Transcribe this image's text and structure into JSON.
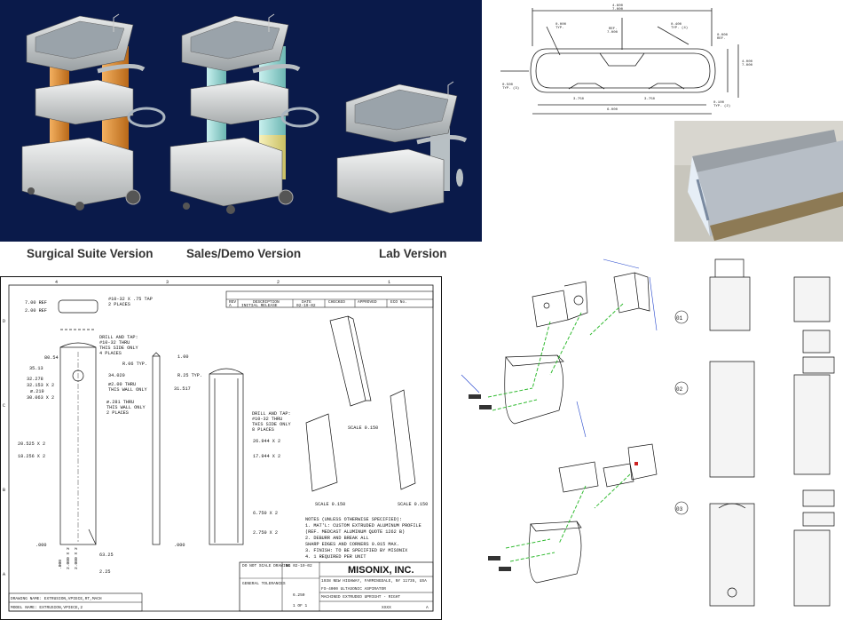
{
  "captions": {
    "surgical": "Surgical Suite Version",
    "sales": "Sales/Demo Version",
    "lab": "Lab Version"
  },
  "colors": {
    "render_background": "#0a1a4a",
    "orange_upright": "#e0902f",
    "cyan_upright": "#8fd6d2",
    "yellow_upright": "#e9e08d",
    "cart_gray": "#c9cccc",
    "dimension_blue": "#2244cc",
    "hidden_line_green": "#33bb33"
  },
  "drawing": {
    "dims_left": [
      "7.00 REF",
      "2.00 REF",
      "80.54",
      "35.13",
      "32.278",
      "32.153 X 2",
      "∅.219",
      "30.063 X 2",
      "20.525 X 2",
      "18.256 X 2",
      ".000"
    ],
    "dims_bottom": [
      ".000",
      "2.000 X 2",
      "2.000 X 2"
    ],
    "notes_top": [
      "#10-32 X .75 TAP",
      "2 PLACES"
    ],
    "drill_note": [
      "DRILL AND TAP:",
      "#10-32 THRU",
      "THIS SIDE ONLY",
      "4 PLACES"
    ],
    "dim_34": "34.020",
    "note_thru": [
      "∅2.00 THRU",
      "THIS WALL ONLY"
    ],
    "note_thru2": [
      "∅.281 THRU",
      "THIS WALL ONLY",
      "2 PLACES"
    ],
    "dim_1_00": "1.00",
    "dim_r06": "R.06 TYP.",
    "dim_r25": "R.25 TYP.",
    "dim_31": "31.517",
    "dim_000b": ".000",
    "dim_63_25": "63.25",
    "dim_2_25": "2.25",
    "drill_note2": [
      "DRILL AND TAP:",
      "#10-32 THRU",
      "THIS SIDE ONLY",
      "8 PLACES"
    ],
    "dim_26": "26.944 X 2",
    "dim_17": "17.944 X 2",
    "dim_6": "6.750 X 2",
    "dim_2_75": "2.750 X 2",
    "scale1": "SCALE 0.150",
    "scale2": "SCALE 0.150",
    "scale3": "SCALE 0.150",
    "revision": {
      "rev": "REV",
      "desc": "DESCRIPTION",
      "date_h": "DATE",
      "checked": "CHECKED",
      "approved": "APPROVED",
      "eco": "ECO No.",
      "rev_val": "A",
      "desc_val": "INITIAL RELEASE",
      "date_val": "02-19-02"
    },
    "notes": [
      "NOTES (UNLESS OTHERWISE SPECIFIED):",
      "1. MAT'L: CUSTOM EXTRUDED ALUMINUM PROFILE",
      "   (REF. MEDCAST ALUMINUM QUOTE 1262 B)",
      "2. DEBURR AND BREAK ALL",
      "   SHARP EDGES AND CORNERS 0.015 MAX.",
      "3. FINISH: TO BE SPECIFIED BY MISONIX",
      "4. 1 REQUIRED PER UNIT"
    ],
    "title_block": {
      "company": "MISONIX, INC.",
      "address": "1938 NEW HIGHWAY, FARMINGDALE, NY 11735, USA",
      "product": "FS-4000 ULTASONIC ASPIRATOR",
      "part": "MACHINED EXTRUDED UPRIGHT - RIGHT",
      "size": "6.250",
      "sheet": "1 OF 1",
      "rev": "A",
      "date": "BG 02-19-02",
      "tolerances": "GENERAL TOLERANCES",
      "dwgno": "XXXX",
      "noscale": "DO NOT SCALE DRAWING"
    },
    "drawing_name": "DRAWING NAME: EXTRUSION,VPIECE,RT,MACH",
    "model_name": "MODEL NAME: EXTRUSION,VPIECE,2",
    "zones_top": [
      "4",
      "3",
      "2",
      "1"
    ],
    "zones_side": [
      "D",
      "C",
      "B",
      "A"
    ]
  },
  "exploded": {
    "balloons": [
      "01",
      "02",
      "03"
    ]
  }
}
